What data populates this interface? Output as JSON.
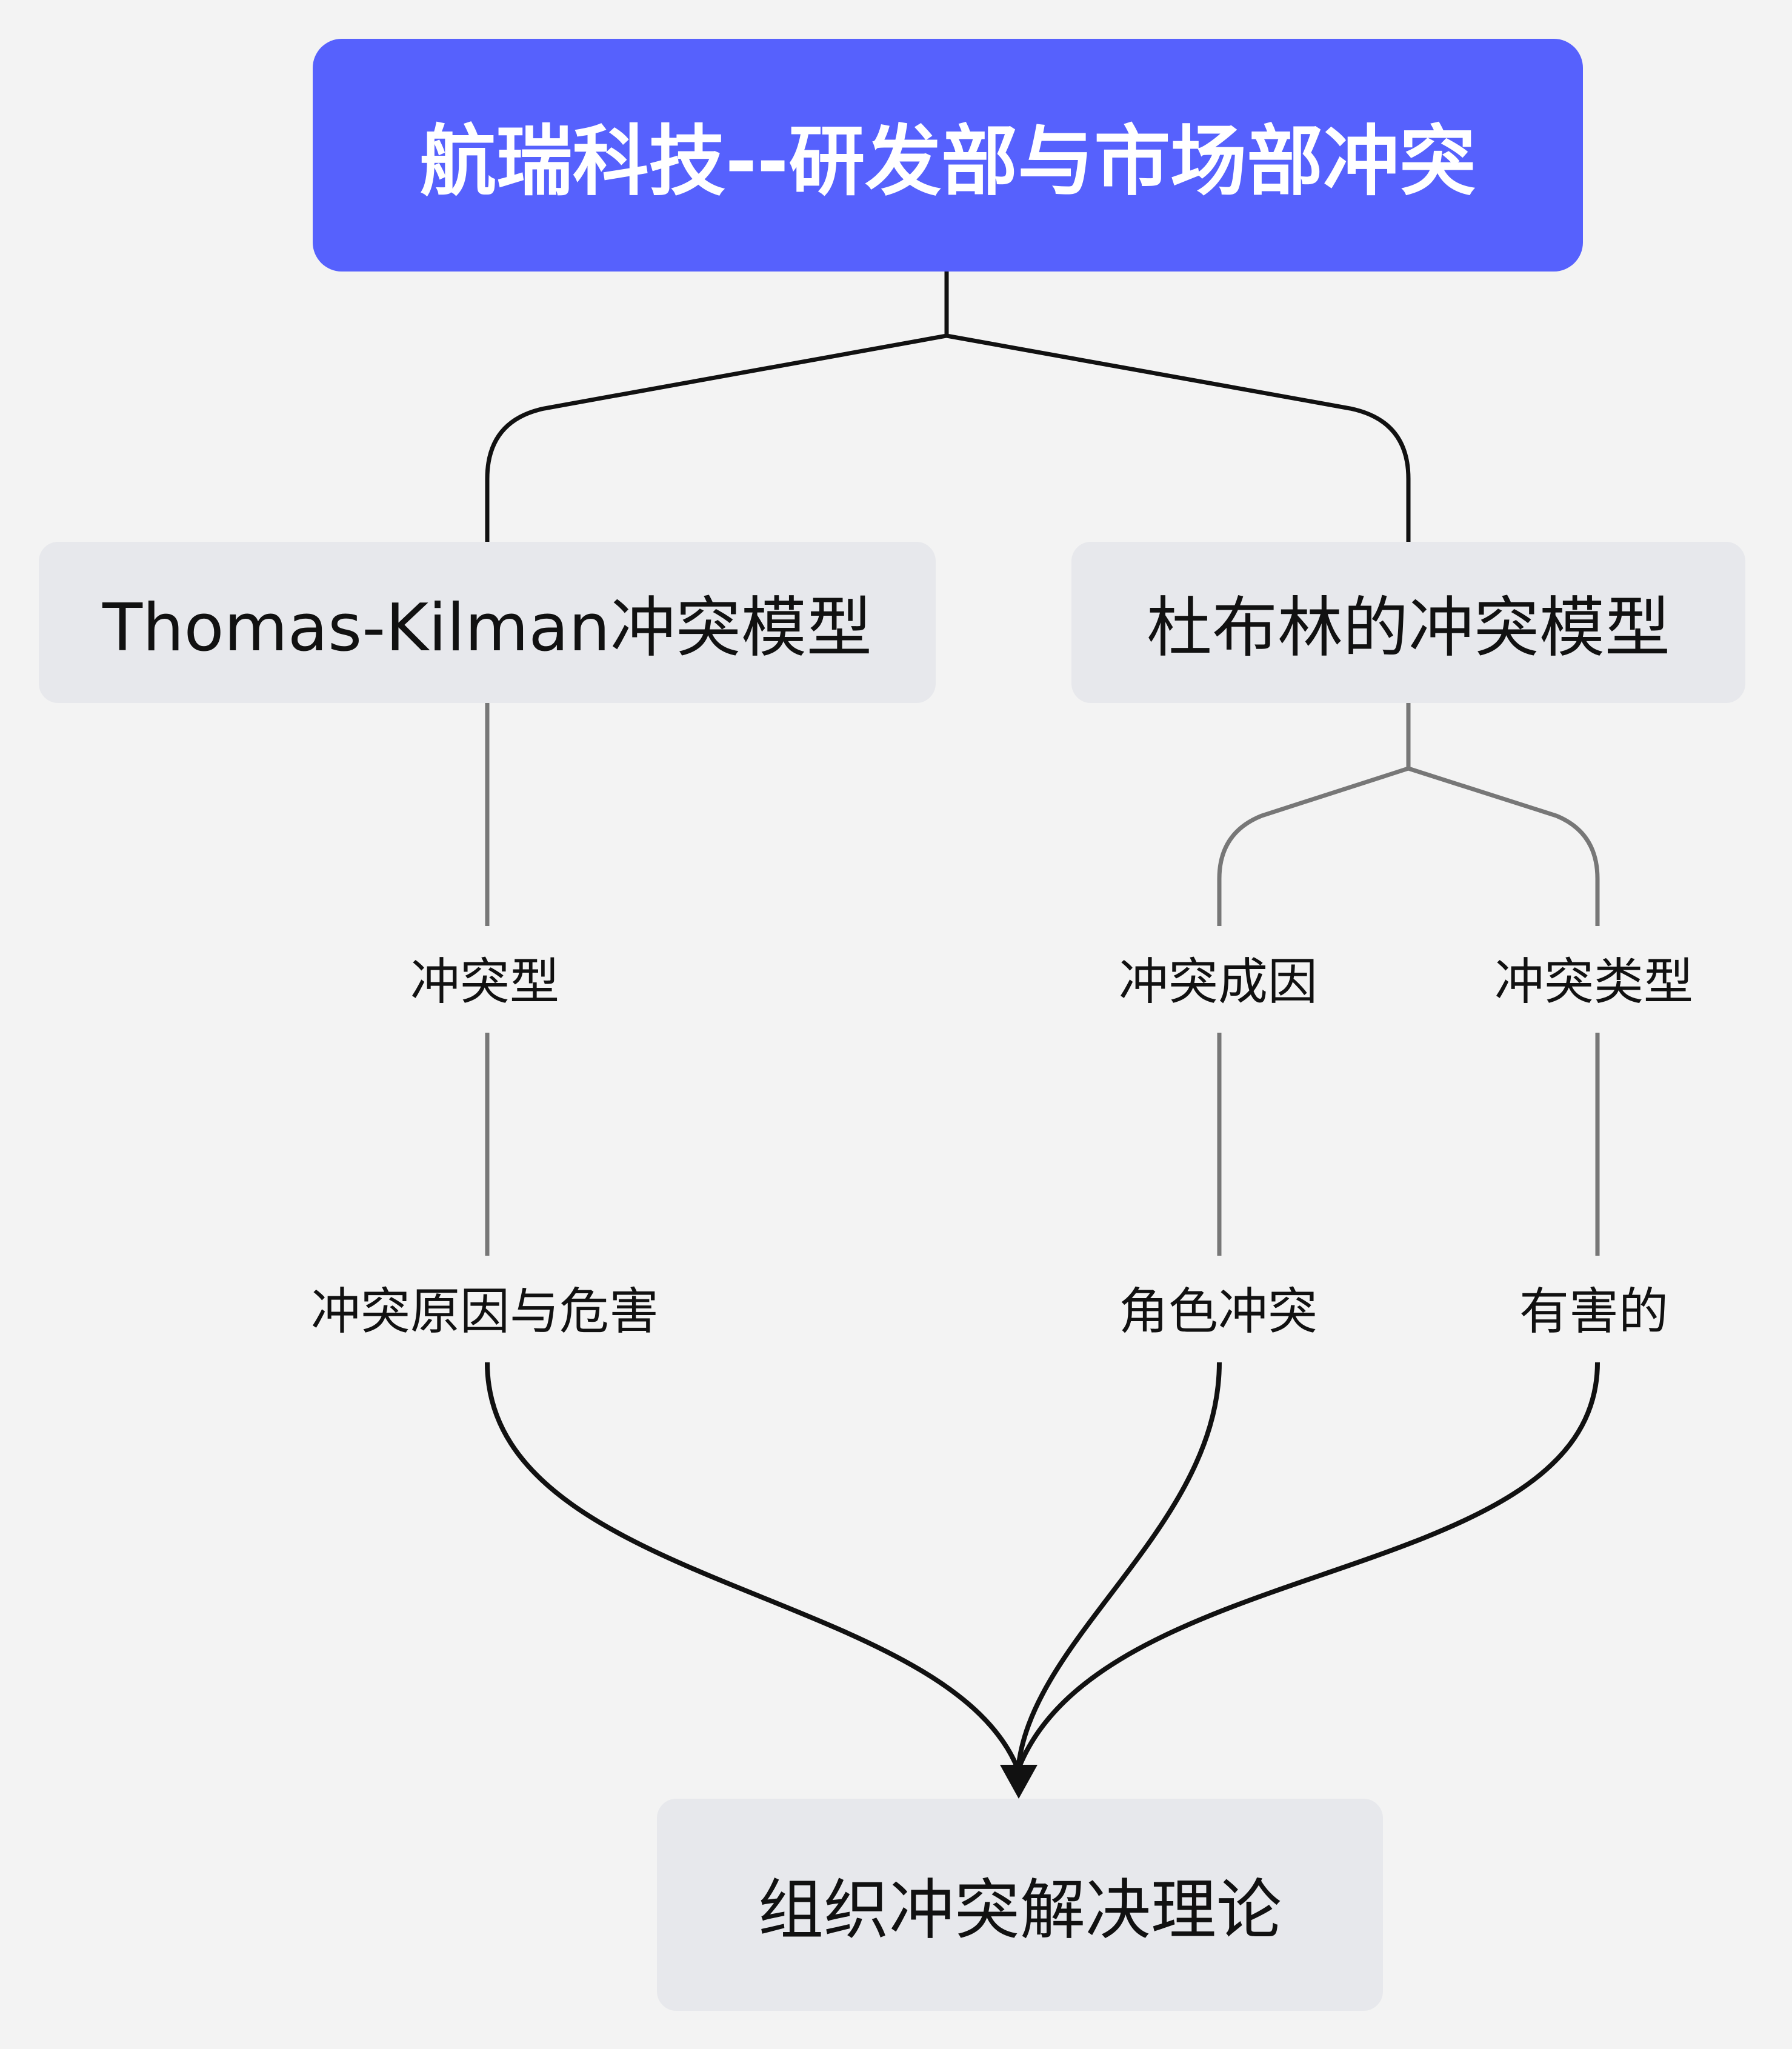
{
  "root": {
    "title": "航瑞科技--研发部与市场部冲突"
  },
  "models": [
    {
      "label": "Thomas-Kilman冲突模型"
    },
    {
      "label": "杜布林的冲突模型"
    }
  ],
  "branches": {
    "left_type": "冲突型",
    "left_cause_harm": "冲突原因与危害",
    "right_cause": "冲突成因",
    "right_kind": "冲突类型",
    "right_role": "角色冲突",
    "right_harmful": "有害的"
  },
  "bottom": {
    "label": "组织冲突解决理论"
  },
  "colors": {
    "root_bg": "#5661fd",
    "box_bg": "#e7e8ec",
    "page_bg": "#f3f3f3",
    "dark_line": "#111111",
    "gray_line": "#777777"
  }
}
